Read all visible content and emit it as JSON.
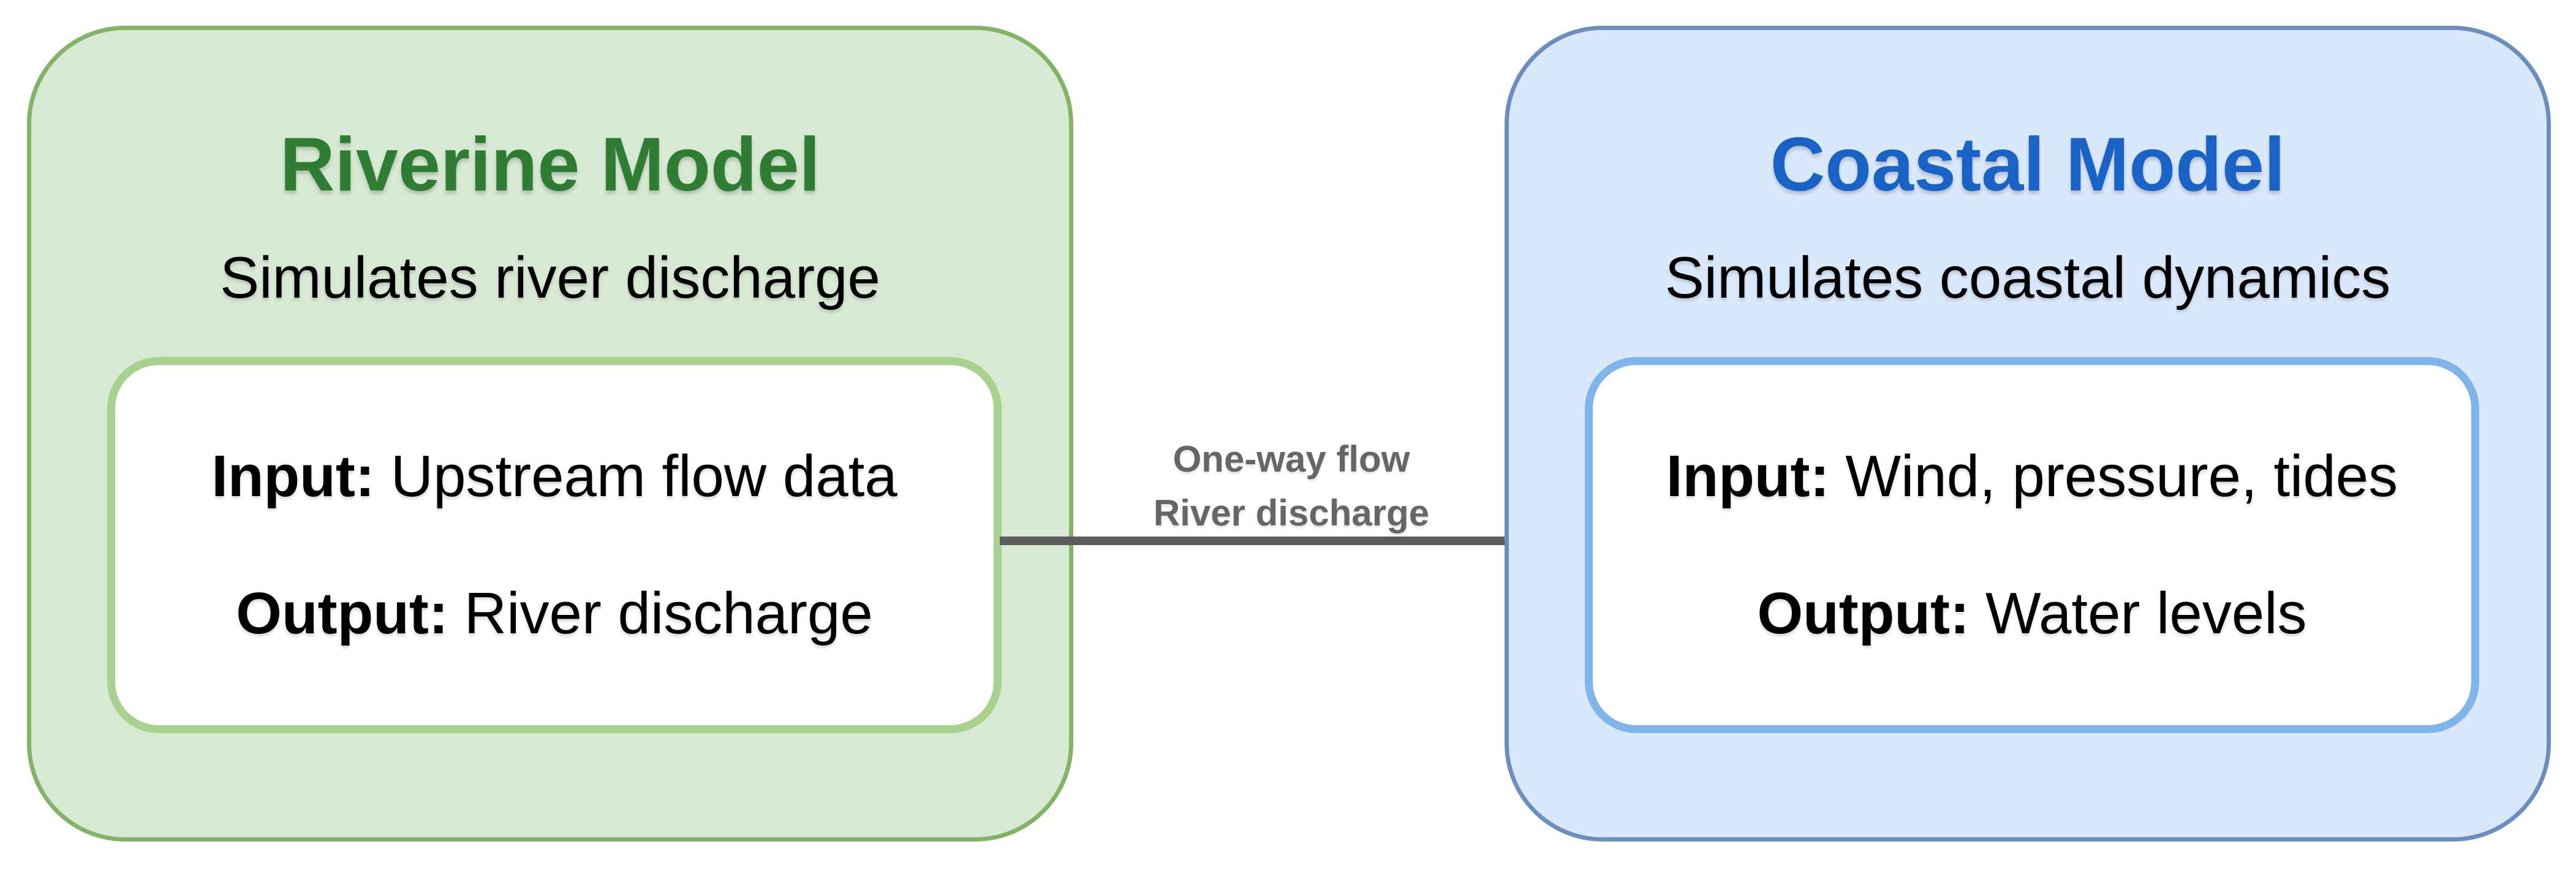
{
  "riverine": {
    "title": "Riverine Model",
    "subtitle": "Simulates river discharge",
    "input_label": "Input:",
    "input_value": "Upstream flow data",
    "output_label": "Output:",
    "output_value": "River discharge",
    "fill_color": "#d7e9d3",
    "stroke_color": "#82b366",
    "inner_stroke_color": "#a9d18e",
    "title_color": "#2e7d32"
  },
  "coastal": {
    "title": "Coastal Model",
    "subtitle": "Simulates coastal dynamics",
    "input_label": "Input:",
    "input_value": "Wind, pressure, tides",
    "output_label": "Output:",
    "output_value": "Water levels",
    "fill_color": "#dae8fc",
    "stroke_color": "#6c8ebf",
    "inner_stroke_color": "#7fb5ea",
    "title_color": "#1a63c6"
  },
  "arrow": {
    "label_line1": "One-way flow",
    "label_line2": "River discharge",
    "color": "#5d5d5d",
    "label_color": "#666666"
  }
}
